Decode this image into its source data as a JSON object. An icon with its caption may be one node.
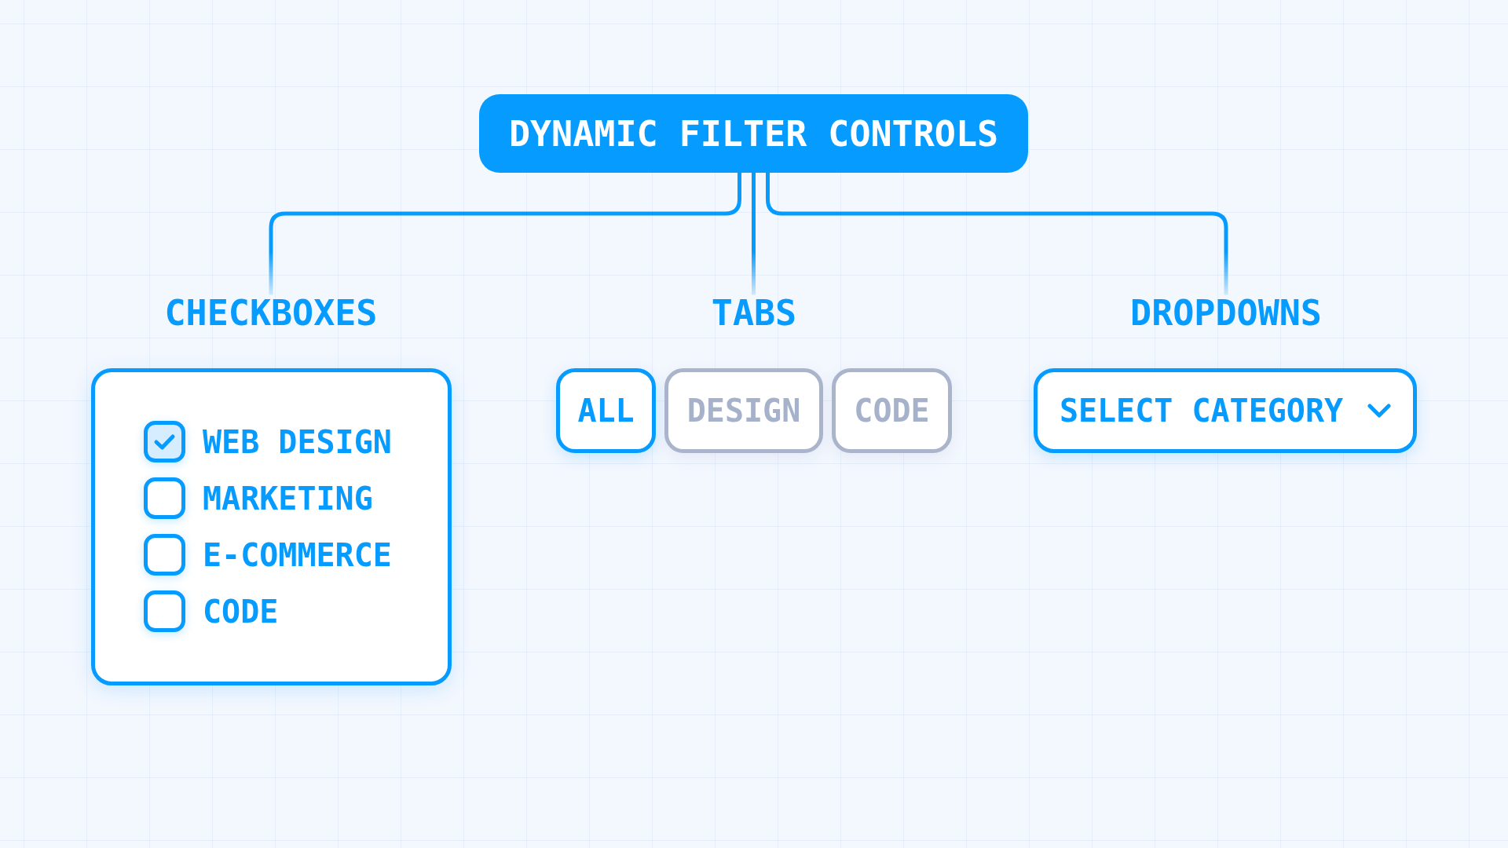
{
  "diagram": {
    "nodes": [
      {
        "text": [
          "DYNAMIC FILTER CONTROLS"
        ]
      },
      {
        "text": [
          "CHECKBOXES"
        ]
      },
      {
        "text": [
          "TABS"
        ]
      },
      {
        "text": [
          "DROPDOWNS"
        ]
      },
      {
        "text": [
          "WEB DESIGN",
          "MARKETING",
          "E-COMMERCE",
          "CODE"
        ]
      },
      {
        "text": [
          "ALL"
        ]
      },
      {
        "text": [
          "DESIGN"
        ]
      },
      {
        "text": [
          "CODE"
        ]
      },
      {
        "text": [
          "SELECT CATEGORY"
        ]
      }
    ],
    "edges": [
      {
        "from": 0,
        "to": 1,
        "arrow": "none"
      },
      {
        "from": 0,
        "to": 2,
        "arrow": "none"
      },
      {
        "from": 0,
        "to": 3,
        "arrow": "none"
      }
    ]
  }
}
